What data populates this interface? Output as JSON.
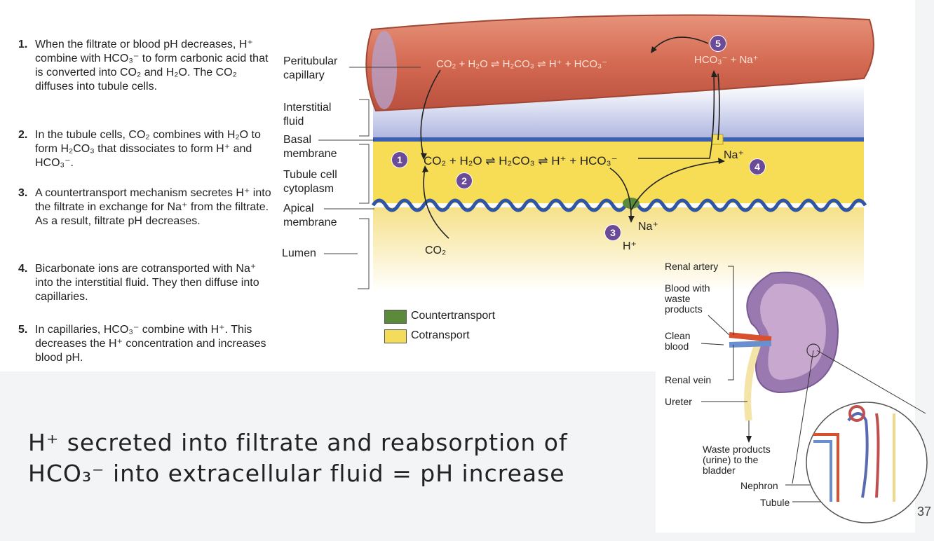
{
  "steps": [
    {
      "num": "1.",
      "text": "When the filtrate or blood pH decreases, H⁺ combine with HCO₃⁻ to form carbonic acid that is converted into CO₂ and H₂O. The CO₂ diffuses into tubule cells."
    },
    {
      "num": "2.",
      "text": "In the tubule cells, CO₂ combines with H₂O to form H₂CO₃ that dissociates to form H⁺ and HCO₃⁻."
    },
    {
      "num": "3.",
      "text": "A countertransport mechanism secretes H⁺ into the filtrate in exchange for Na⁺ from the filtrate. As a result, filtrate pH decreases."
    },
    {
      "num": "4.",
      "text": "Bicarbonate ions are cotransported with Na⁺ into the interstitial fluid. They then diffuse into capillaries."
    },
    {
      "num": "5.",
      "text": "In capillaries, HCO₃⁻ combine with H⁺. This decreases the H⁺ concentration and increases blood pH."
    }
  ],
  "structure_labels": {
    "peritubular": "Peritubular capillary",
    "interstitial": "Interstitial fluid",
    "basal": "Basal membrane",
    "tubule_cell": "Tubule cell cytoplasm",
    "apical": "Apical membrane",
    "lumen": "Lumen"
  },
  "equations": {
    "capillary_left": "CO₂ + H₂O ⇌ H₂CO₃ ⇌ H⁺ + HCO₃⁻",
    "capillary_right": "HCO₃⁻ + Na⁺",
    "cell": "CO₂ + H₂O ⇌ H₂CO₃ ⇌ H⁺ + HCO₃⁻",
    "na_cell": "Na⁺",
    "na_lumen": "Na⁺",
    "h_lumen": "H⁺",
    "co2_lumen": "CO₂"
  },
  "circle_numbers": [
    "1",
    "2",
    "3",
    "4",
    "5"
  ],
  "legend": {
    "countertransport": "Countertransport",
    "cotransport": "Cotransport",
    "countertransport_color": "#5a8a3a",
    "cotransport_color": "#f2dc5a"
  },
  "kidney_labels": {
    "renal_artery": "Renal artery",
    "blood_waste": "Blood with waste products",
    "clean_blood": "Clean blood",
    "renal_vein": "Renal vein",
    "ureter": "Ureter",
    "waste_products": "Waste products (urine) to the bladder",
    "nephron": "Nephron",
    "tubule": "Tubule"
  },
  "caption": {
    "line1": "H⁺ secreted into filtrate and reabsorption of",
    "line2": "HCO₃⁻ into extracellular fluid = pH increase"
  },
  "page_number": "37",
  "colors": {
    "capillary": "#d9705a",
    "cytoplasm": "#f5dc5a",
    "lumen": "#f7e9a8",
    "interstitial": "#c9d0ea",
    "circle": "#6b4a9a",
    "membrane": "#2f56a6"
  }
}
